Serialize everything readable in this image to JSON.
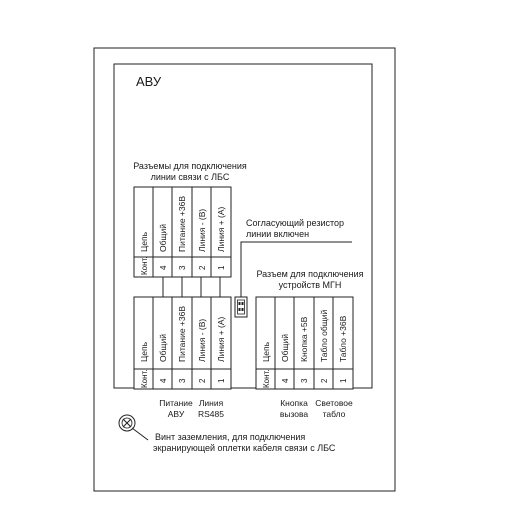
{
  "device_title": "АВУ",
  "upper_connector": {
    "caption_line1": "Разъемы для подключения",
    "caption_line2": "линии связи с ЛБС",
    "columns": [
      {
        "num": "Конт.",
        "label": "Цепь"
      },
      {
        "num": "4",
        "label": "Общий"
      },
      {
        "num": "3",
        "label": "Питание +36В"
      },
      {
        "num": "2",
        "label": "Линия - (В)"
      },
      {
        "num": "1",
        "label": "Линия + (А)"
      }
    ]
  },
  "lower_left_connector": {
    "columns": [
      {
        "num": "Конт.",
        "label": "Цепь"
      },
      {
        "num": "4",
        "label": "Общий"
      },
      {
        "num": "3",
        "label": "Питание +36В"
      },
      {
        "num": "2",
        "label": "Линия - (В)"
      },
      {
        "num": "1",
        "label": "Линия + (А)"
      }
    ],
    "sub1_line1": "Питание",
    "sub1_line2": "АВУ",
    "sub2_line1": "Линия",
    "sub2_line2": "RS485"
  },
  "terminator": {
    "caption_line1": "Согласующий резистор",
    "caption_line2": "линии включен"
  },
  "mgn_connector": {
    "caption_line1": "Разъем для подключения",
    "caption_line2": "устройств МГН",
    "columns": [
      {
        "num": "Конт.",
        "label": "Цепь"
      },
      {
        "num": "4",
        "label": "Общий"
      },
      {
        "num": "3",
        "label": "Кнопка +5В"
      },
      {
        "num": "2",
        "label": "Табло общий"
      },
      {
        "num": "1",
        "label": "Табло +36В"
      }
    ],
    "sub1_line1": "Кнопка",
    "sub1_line2": "вызова",
    "sub2_line1": "Световое",
    "sub2_line2": "табло"
  },
  "ground": {
    "caption_line1": "Винт заземления, для подключения",
    "caption_line2": "экранирующей оплетки кабеля связи с ЛБС"
  }
}
